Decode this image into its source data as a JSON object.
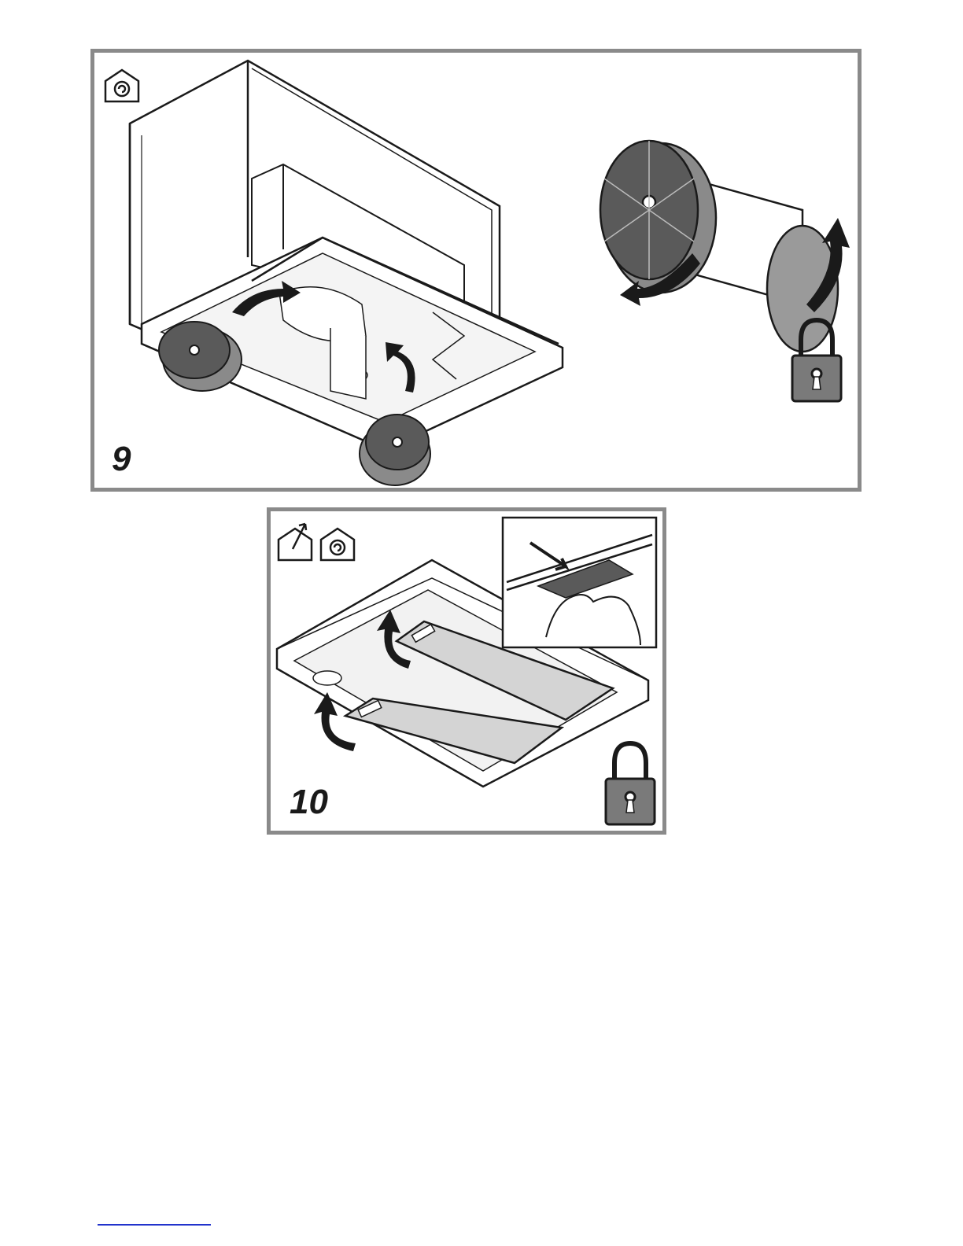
{
  "figures": [
    {
      "step": "9",
      "mode_icons": [
        "recirculation-mode-icon"
      ],
      "lock_icon": "padlock-icon"
    },
    {
      "step": "10",
      "mode_icons": [
        "extraction-mode-icon",
        "recirculation-mode-icon"
      ],
      "lock_icon": "padlock-icon",
      "inset": "filter-release-latch-detail"
    }
  ],
  "colors": {
    "frame": "#8a8a8a",
    "line": "#1a1a1a",
    "filter_fill": "#d4d4d4",
    "charcoal_fill": "#5a5a5a",
    "padlock_fill": "#7a7a7a",
    "link": "#2233cc"
  }
}
